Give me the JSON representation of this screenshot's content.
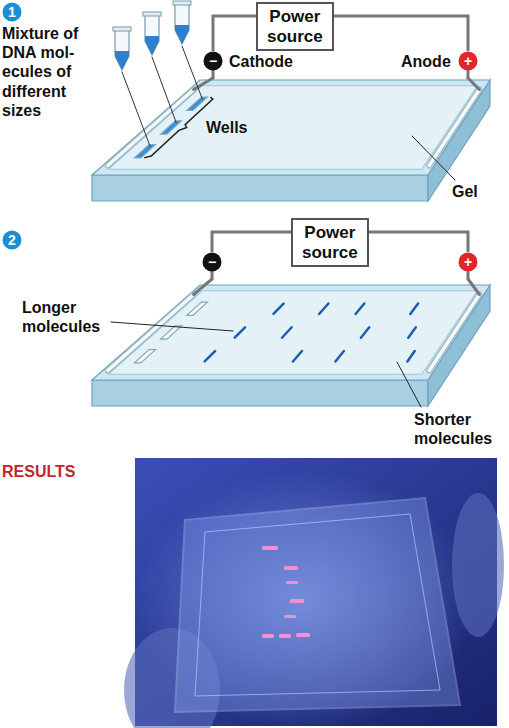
{
  "diagram": {
    "nodes": [
      {
        "text": [
          "1"
        ]
      },
      {
        "text": [
          "Power source"
        ]
      },
      {
        "text": [
          "−"
        ]
      },
      {
        "text": [
          "+"
        ]
      },
      {
        "text": [
          "2"
        ]
      },
      {
        "text": [
          "Power source"
        ]
      },
      {
        "text": [
          "−"
        ]
      },
      {
        "text": [
          "+"
        ]
      }
    ],
    "edges": [
      {
        "from": 1,
        "to": 2,
        "arrow": "none"
      },
      {
        "from": 1,
        "to": 3,
        "arrow": "none"
      },
      {
        "from": 5,
        "to": 6,
        "arrow": "none"
      },
      {
        "from": 5,
        "to": 7,
        "arrow": "none"
      }
    ],
    "labels": [
      "Mixture of DNA mol- ecules of different sizes",
      "Cathode",
      "Anode",
      "Wells",
      "Gel",
      "Longer molecules",
      "Shorter molecules",
      "RESULTS"
    ]
  }
}
